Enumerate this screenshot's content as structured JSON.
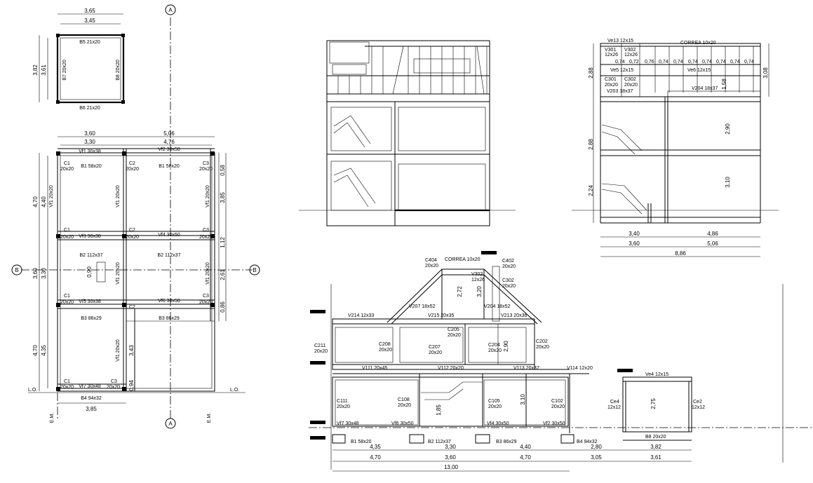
{
  "axis_markers": [
    "A",
    "B"
  ],
  "level_marks": [
    "L.O.",
    "E.M."
  ],
  "roof_plan": {
    "dims": [
      "3,65",
      "3,45",
      "3,82",
      "3,61"
    ],
    "beams": [
      "B5 21x20",
      "B6 21x20",
      "B7 20x20",
      "B8 20x20"
    ]
  },
  "floor_plan": {
    "top_dims": [
      "3,60",
      "5,06",
      "3,30",
      "4,76"
    ],
    "left_dims": [
      "4,70",
      "4,40",
      "3,60",
      "3,30",
      "4,70",
      "4,35"
    ],
    "right_dims": [
      "0,58",
      "3,85",
      "1,12",
      "2,61",
      "0,86"
    ],
    "inner_dims": [
      "0,90",
      "3,43",
      "0,94"
    ],
    "bottom_dim": "3,85",
    "beams": [
      "Vf1 30x38",
      "Vf2 30x50",
      "Vf3 30x38",
      "Vf4 30x50",
      "Vf5 30x38",
      "Vf6 30x50",
      "Vf7 30x48",
      "Vf1 20x20"
    ],
    "footings": [
      "B1 58x20",
      "B1 58x20",
      "B2 112x37",
      "B2 112x37",
      "B3 86x29",
      "B3 86x29",
      "B4 94x32"
    ],
    "columns": [
      "C1",
      "C2",
      "C3",
      "20x20"
    ]
  },
  "east_elevation": {
    "dims": [
      "3,40",
      "4,86",
      "3,60",
      "5,06",
      "8,86",
      "2,88",
      "2,88",
      "2,24",
      "2,90",
      "3,10",
      "3,08",
      "1,58"
    ],
    "labels": [
      "Ve13 12x15",
      "CORREA 10x20",
      "V301",
      "12x26",
      "V302",
      "12x26",
      "Ve5 12x15",
      "Ve6 12x15",
      "C301",
      "20x20",
      "C302",
      "20x20",
      "V203 18x37",
      "V204 18x37"
    ],
    "posts": [
      "0,74",
      "0,72",
      "0,76",
      "0,74",
      "0,74",
      "0,74",
      "0,74",
      "0,74",
      "0,74"
    ]
  },
  "section": {
    "labels": [
      "C404",
      "20x20",
      "CORREA 10x20",
      "C402",
      "20x20",
      "V302",
      "12x26",
      "C302",
      "20x20",
      "V207 18x52",
      "V204 18x52",
      "V214 12x33",
      "V215 20x35",
      "V213 20x36",
      "C211",
      "20x20",
      "C208",
      "20x20",
      "C205",
      "20x20",
      "C207",
      "20x20",
      "C204",
      "20x20",
      "C202",
      "20x20",
      "V111 20x45",
      "V112 20x20",
      "V113 20x37",
      "V114 12x20",
      "C111",
      "20x20",
      "C108",
      "20x20",
      "C105",
      "20x20",
      "C102",
      "20x20",
      "Vf7 30x48",
      "Vf6 30x50",
      "Vf4 30x50",
      "Vf2 30x50",
      "B1 58x20",
      "B2 112x37",
      "B3 86x29",
      "B4 94x32",
      "Ve4 12x15",
      "Ce4",
      "12x12",
      "Ce2",
      "12x12",
      "B8 20x20"
    ],
    "vertical_dims": [
      "2,72",
      "3,20",
      "2,90",
      "1,85",
      "3,10",
      "2,75"
    ],
    "bottom_dims_row1": [
      "4,35",
      "3,30",
      "4,40",
      "2,80",
      "3,82"
    ],
    "bottom_dims_row2": [
      "4,70",
      "3,60",
      "4,70",
      "3,05",
      "3,61"
    ],
    "total": "13,00"
  }
}
